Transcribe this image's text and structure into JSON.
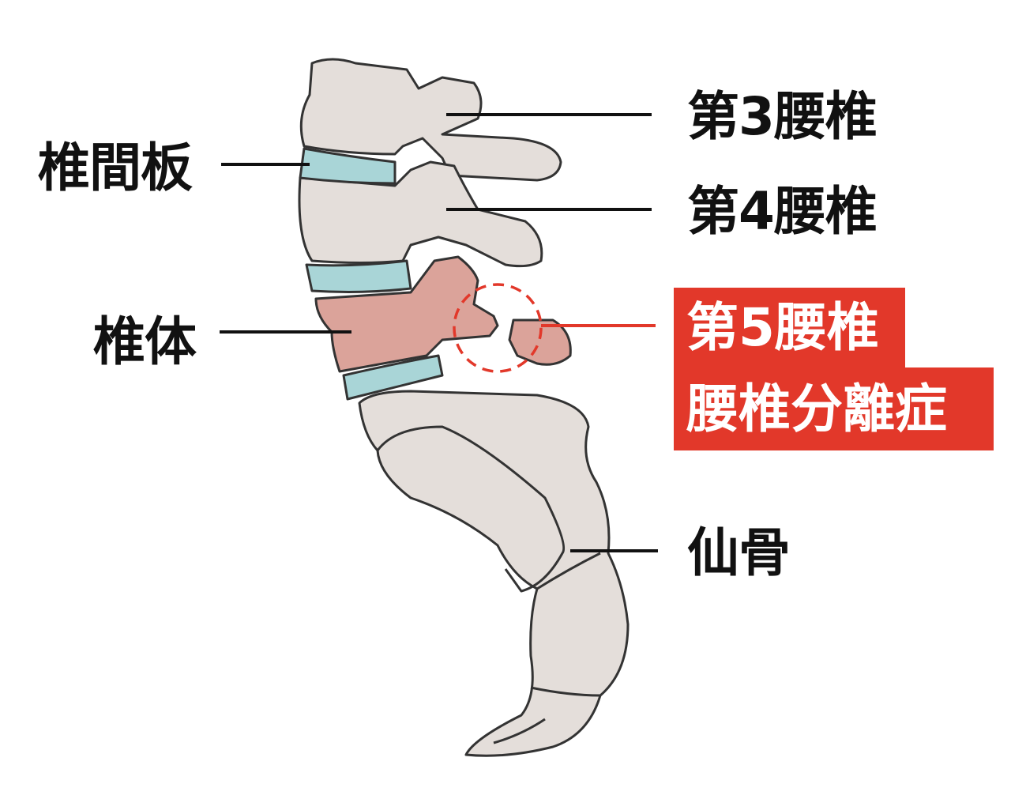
{
  "title": "腰椎分離症の図",
  "labels": {
    "l3": "第3腰椎",
    "l4": "第4腰椎",
    "l5": "第5腰椎",
    "condition": "腰椎分離症",
    "sacrum": "仙骨",
    "disc": "椎間板",
    "body": "椎体"
  },
  "colors": {
    "bone": "#e4deda",
    "disc": "#a9d5d7",
    "affected": "#dba39a",
    "highlight": "#e2382a",
    "outline": "#333333"
  }
}
